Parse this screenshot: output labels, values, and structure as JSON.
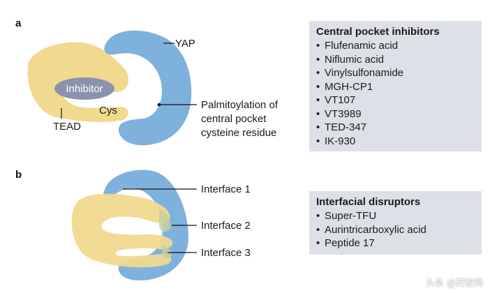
{
  "panel_a": {
    "letter": "a",
    "labels": {
      "yap": "YAP",
      "inhibitor": "Inhibitor",
      "cys": "Cys",
      "tead": "TEAD",
      "palmitoylation_line1": "Palmitoylation of",
      "palmitoylation_line2": "central pocket",
      "palmitoylation_line3": "cysteine residue"
    },
    "box": {
      "title": "Central pocket inhibitors",
      "items": [
        "Flufenamic acid",
        "Niflumic acid",
        "Vinylsulfonamide",
        "MGH-CP1",
        "VT107",
        "VT3989",
        "TED-347",
        "IK-930"
      ]
    }
  },
  "panel_b": {
    "letter": "b",
    "labels": {
      "interface1": "Interface 1",
      "interface2": "Interface 2",
      "interface3": "Interface 3"
    },
    "box": {
      "title": "Interfacial disruptors",
      "items": [
        "Super-TFU",
        "Aurintricarboxylic acid",
        "Peptide 17"
      ]
    }
  },
  "watermark": "头条 @药智网",
  "colors": {
    "yap_blue": "#7fb1dd",
    "tead_yellow": "#f1d98f",
    "inhibitor_gray": "#8a93ab",
    "box_bg": "#dde0e7",
    "overlap": "#c9cfa0"
  }
}
